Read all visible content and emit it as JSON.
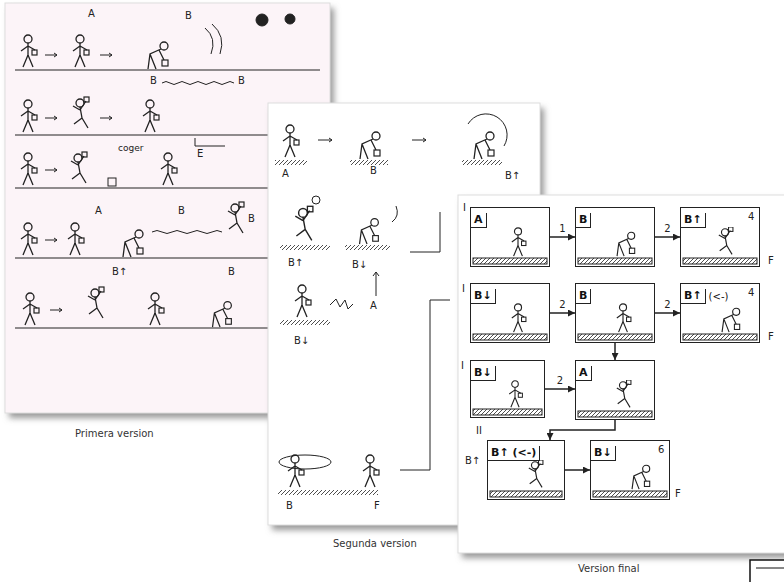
{
  "diagram": {
    "nodes": [
      {
        "text": [
          "A"
        ]
      },
      {
        "text": [
          "B"
        ]
      },
      {
        "text": [
          "B↑"
        ]
      },
      {
        "text": [
          "B↓"
        ]
      },
      {
        "text": [
          "B"
        ]
      },
      {
        "text": [
          "B↑",
          "(<-)"
        ]
      },
      {
        "text": [
          "B↓"
        ]
      },
      {
        "text": [
          "A"
        ]
      },
      {
        "text": [
          "B↑ (<-)"
        ]
      },
      {
        "text": [
          "B↓"
        ]
      }
    ],
    "edges": [
      {
        "from": 0,
        "to": 1,
        "arrow": "to",
        "label": "1"
      },
      {
        "from": 1,
        "to": 2,
        "arrow": "to",
        "label": "2"
      },
      {
        "from": 3,
        "to": 4,
        "arrow": "to",
        "label": "2"
      },
      {
        "from": 4,
        "to": 5,
        "arrow": "to",
        "label": "2"
      },
      {
        "from": 4,
        "to": 7,
        "arrow": "to"
      },
      {
        "from": 6,
        "to": 7,
        "arrow": "to",
        "label": "2"
      },
      {
        "from": 7,
        "to": 8,
        "arrow": "to"
      },
      {
        "from": 8,
        "to": 9,
        "arrow": "to"
      }
    ],
    "labels": [
      "A",
      "B",
      "B",
      "B",
      "coger",
      "E",
      "A",
      "B",
      "B",
      "B↑",
      "B",
      "A",
      "B",
      "B↑",
      "B↑",
      "B↓",
      "B↓",
      "A",
      "B",
      "F",
      "I",
      "I",
      "I",
      "II",
      "4",
      "4",
      "6",
      "B↑",
      "F",
      "F",
      "F",
      "Primera version",
      "Segunda version",
      "Version final"
    ]
  }
}
